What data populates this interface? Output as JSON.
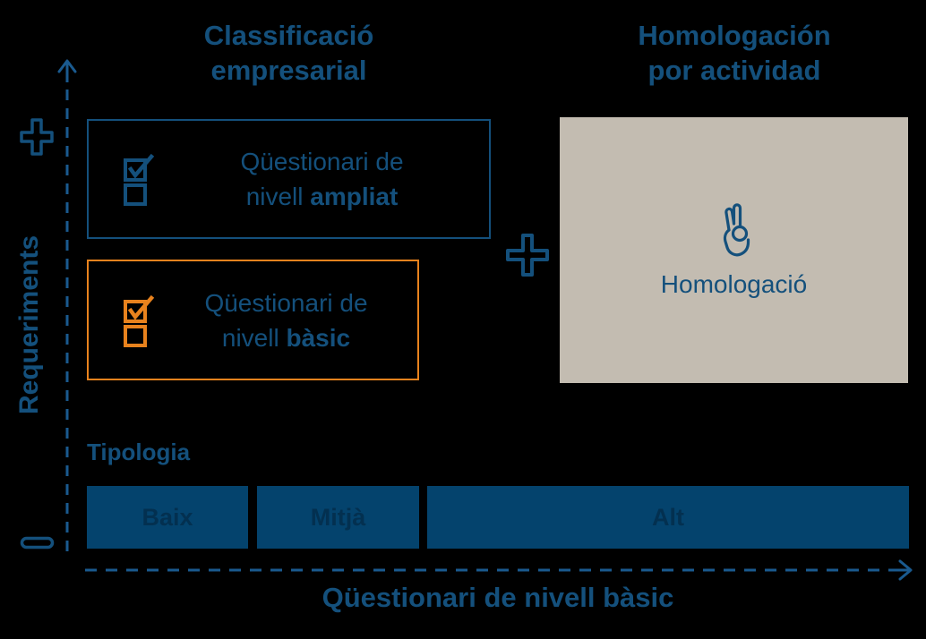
{
  "colors": {
    "background": "#000000",
    "primary_blue": "#14507c",
    "axis_blue": "#1a5a8f",
    "bar_fill": "#04436d",
    "bar_label": "#033050",
    "accent_orange": "#e8821d",
    "gray_panel": "#c3bcb1"
  },
  "header": {
    "left_title_line1": "Classificació",
    "left_title_line2": "empresarial",
    "right_title_line1": "Homologación",
    "right_title_line2": "por actividad"
  },
  "y_axis": {
    "label": "Requeriments"
  },
  "x_axis": {
    "label": "Qüestionari de nivell bàsic"
  },
  "questionnaires": [
    {
      "line1": "Qüestionari de",
      "line2_regular": "nivell ",
      "line2_bold": "ampliat",
      "accent": "#14507c"
    },
    {
      "line1": "Qüestionari de",
      "line2_regular": "nivell ",
      "line2_bold": "bàsic",
      "accent": "#e8821d"
    }
  ],
  "homologation": {
    "label": "Homologació"
  },
  "typology": {
    "label": "Tipologia",
    "bars": [
      {
        "label": "Baix"
      },
      {
        "label": "Mitjà"
      },
      {
        "label": "Alt"
      }
    ]
  }
}
